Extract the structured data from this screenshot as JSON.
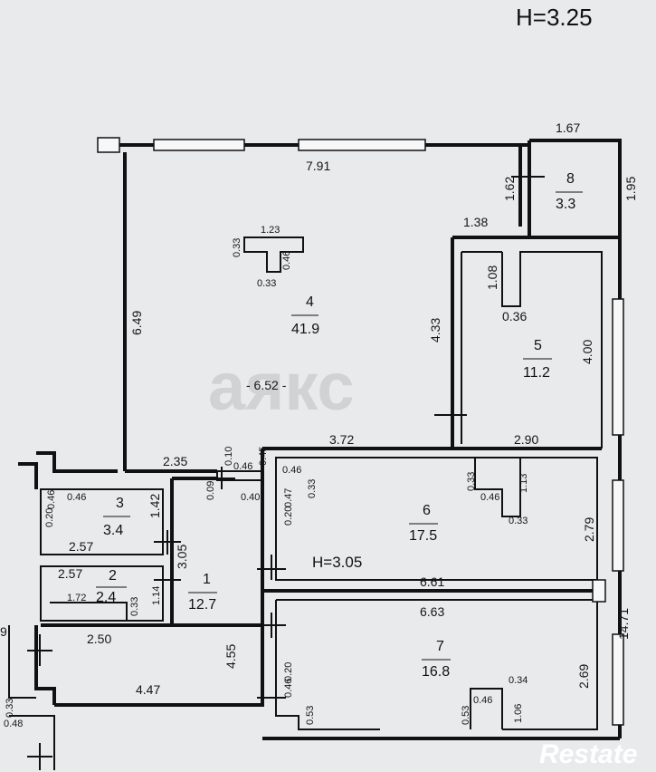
{
  "plan": {
    "heights": {
      "top": "H=3.25",
      "mid": "H=3.05"
    },
    "rooms": [
      {
        "id": "1",
        "number": "1",
        "area": "12.7"
      },
      {
        "id": "2",
        "number": "2",
        "area": "2.4"
      },
      {
        "id": "3",
        "number": "3",
        "area": "3.4"
      },
      {
        "id": "4",
        "number": "4",
        "area": "41.9"
      },
      {
        "id": "5",
        "number": "5",
        "area": "11.2"
      },
      {
        "id": "6",
        "number": "6",
        "area": "17.5"
      },
      {
        "id": "7",
        "number": "7",
        "area": "16.8"
      },
      {
        "id": "8",
        "number": "8",
        "area": "3.3"
      }
    ],
    "dimensions": {
      "d_1_67": "1.67",
      "d_7_91": "7.91",
      "d_1_62": "1.62",
      "d_1_95": "1.95",
      "d_1_38": "1.38",
      "d_1_23": "1.23",
      "d_0_33a": "0.33",
      "d_0_46a": "0.46",
      "d_0_33b": "0.33",
      "d_6_49": "6.49",
      "d_1_08": "1.08",
      "d_4_33": "4.33",
      "d_0_36": "0.36",
      "d_4_00": "4.00",
      "d_6_52": "- 6.52 -",
      "d_3_72": "3.72",
      "d_2_90": "2.90",
      "d_2_35": "2.35",
      "d_0_10": "0.10",
      "d_0_45": "0.45",
      "d_0_46b": "0.46",
      "d_0_09": "0.09",
      "d_0_40": "0.40",
      "d_0_46c": "0.46",
      "d_0_33c": "0.33",
      "d_0_47": "0.47",
      "d_0_20a": "0.20",
      "d_0_33d": "0.33",
      "d_1_13": "1.13",
      "d_0_46d": "0.46",
      "d_0_33e": "0.33",
      "d_0_46e": "0.46",
      "d_0_46f": "0.46",
      "d_0_20b": "0.20",
      "d_1_42": "1.42",
      "d_2_57a": "2.57",
      "d_3_05": "3.05",
      "d_2_79": "2.79",
      "d_14_71": "14.71",
      "d_2_57b": "2.57",
      "d_1_72": "1.72",
      "d_0_33f": "0.33",
      "d_1_14": "1.14",
      "d_6_61": "6.61",
      "d_6_63": "6.63",
      "d_2_50": "2.50",
      "d_4_55": "4.55",
      "d_2_69": "2.69",
      "d_0_20c": "0.20",
      "d_0_46g": "0.46",
      "d_0_34": "0.34",
      "d_4_47": "4.47",
      "d_0_53a": "0.53",
      "d_0_46h": "0.46",
      "d_0_53b": "0.53",
      "d_1_06": "1.06",
      "d_0_33g": "0.33",
      "d_0_48": "0.48",
      "d_9": "9"
    },
    "watermarks": {
      "center": "аякс",
      "corner": "Restate"
    }
  },
  "colors": {
    "paper": "#e9eaec",
    "ink": "#111111",
    "watermark": "#c9cacd"
  }
}
